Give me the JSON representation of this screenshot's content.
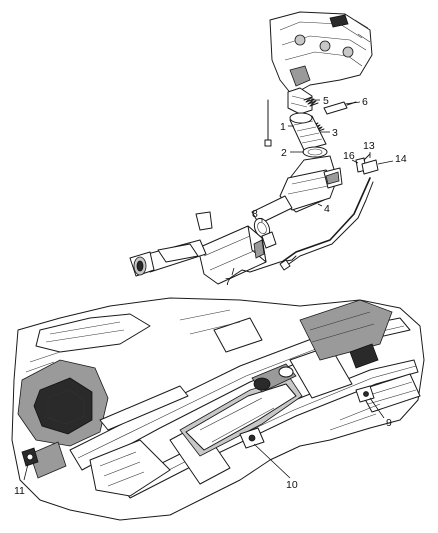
{
  "callouts": [
    {
      "id": "c1",
      "label": "1"
    },
    {
      "id": "c2",
      "label": "2"
    },
    {
      "id": "c3",
      "label": "3"
    },
    {
      "id": "c4",
      "label": "4"
    },
    {
      "id": "c5",
      "label": "5"
    },
    {
      "id": "c6",
      "label": "6"
    },
    {
      "id": "c7",
      "label": "7"
    },
    {
      "id": "c8",
      "label": "8"
    },
    {
      "id": "c9",
      "label": "9"
    },
    {
      "id": "c10",
      "label": "10"
    },
    {
      "id": "c11",
      "label": "11"
    },
    {
      "id": "c13",
      "label": "13"
    },
    {
      "id": "c14",
      "label": "14"
    },
    {
      "id": "c16",
      "label": "16"
    }
  ]
}
